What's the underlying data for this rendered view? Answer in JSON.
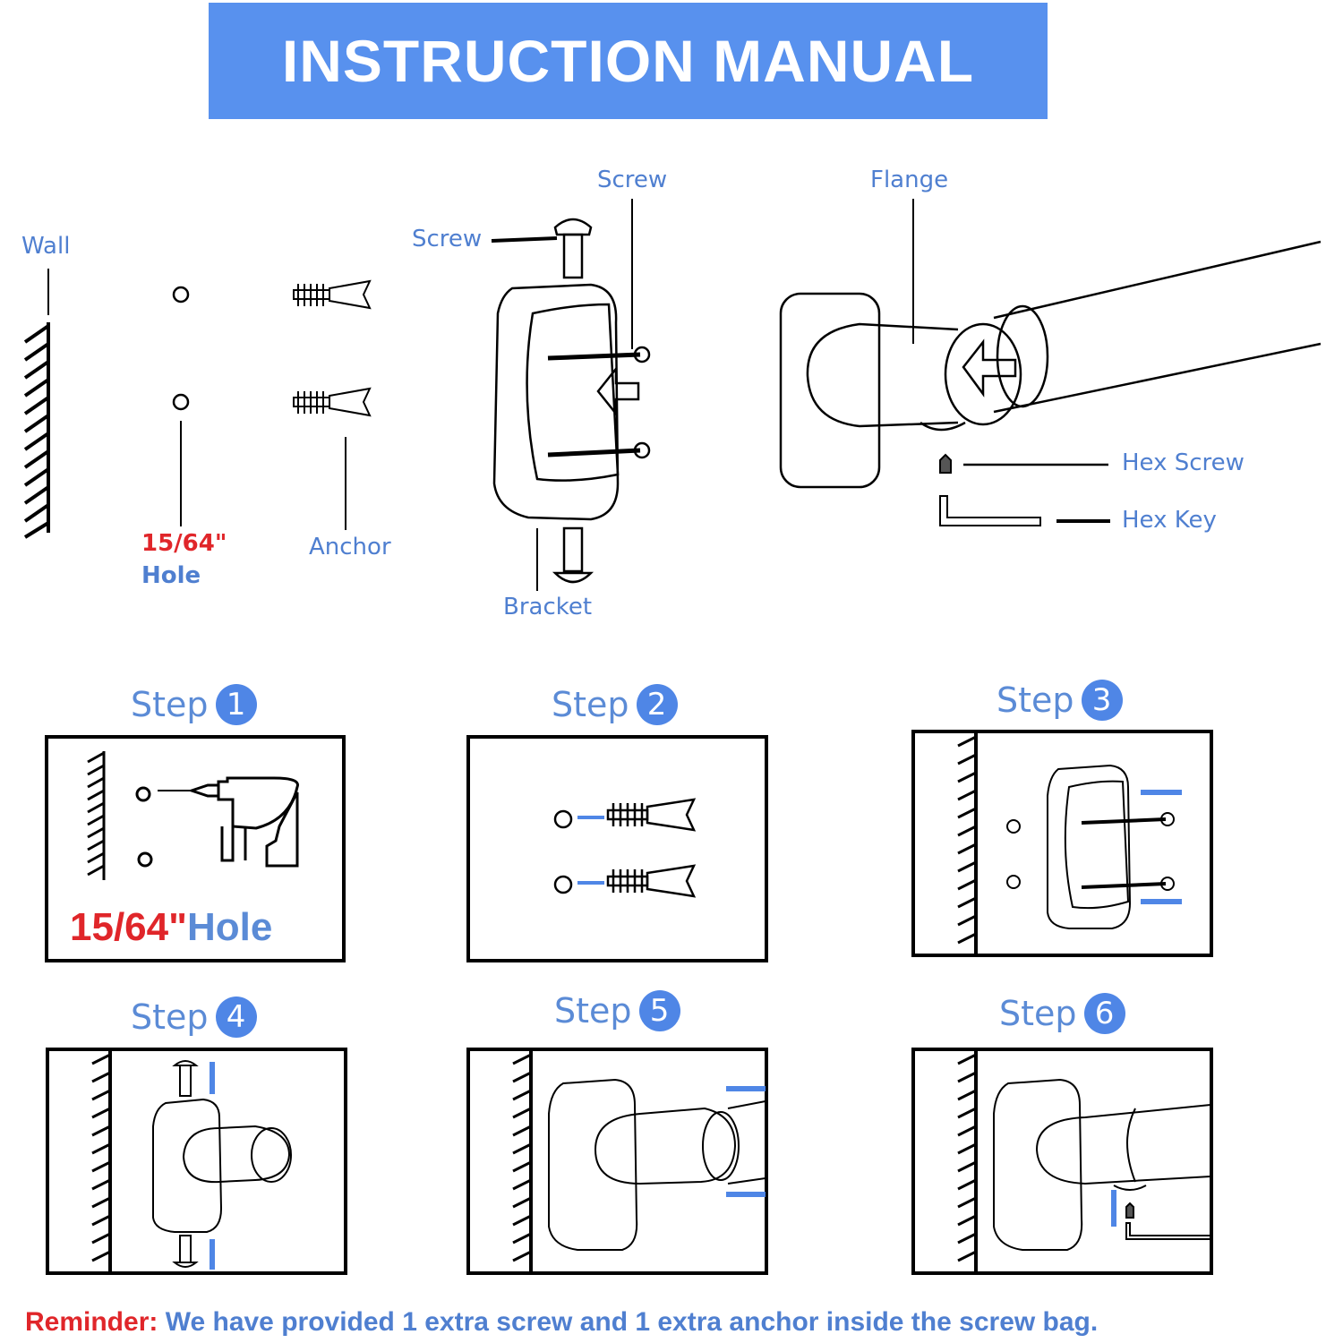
{
  "banner": {
    "title": "INSTRUCTION MANUAL",
    "color": "#5891ee"
  },
  "parts": {
    "wall": "Wall",
    "hole_size": "15/64\"",
    "hole_word": "Hole",
    "anchor": "Anchor",
    "screw_left": "Screw",
    "screw_top": "Screw",
    "bracket": "Bracket",
    "flange": "Flange",
    "hex_screw": "Hex Screw",
    "hex_key": "Hex Key"
  },
  "steps": [
    {
      "word": "Step",
      "number": "1",
      "hole_size": "15/64\"",
      "hole_word": "Hole"
    },
    {
      "word": "Step",
      "number": "2"
    },
    {
      "word": "Step",
      "number": "3"
    },
    {
      "word": "Step",
      "number": "4"
    },
    {
      "word": "Step",
      "number": "5"
    },
    {
      "word": "Step",
      "number": "6"
    }
  ],
  "reminder": {
    "label": "Reminder:",
    "text": " We have provided 1 extra screw and 1 extra anchor inside the screw bag."
  },
  "colors": {
    "accent_blue": "#4f86e6",
    "label_blue": "#4f7fd0",
    "red": "#e0262a"
  }
}
